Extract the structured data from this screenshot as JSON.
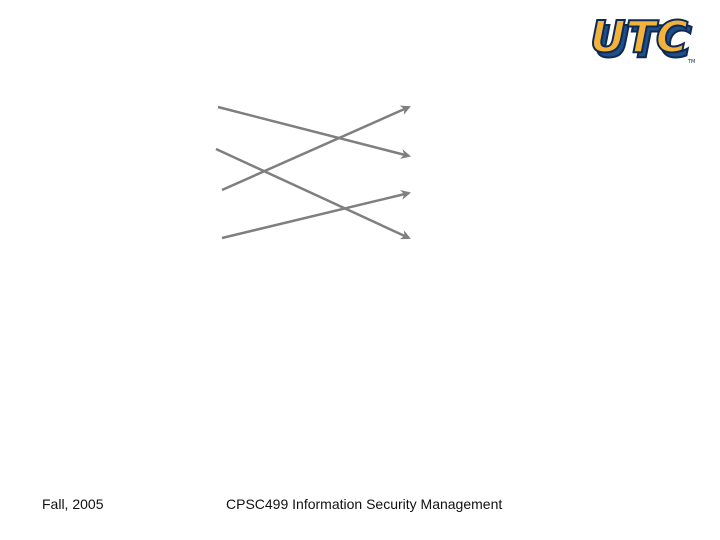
{
  "logo": {
    "text": "UTC",
    "trademark": "TM",
    "colors": {
      "fill": "#f2b33d",
      "shadow": "#1f4e8c",
      "outline": "#0e2a52"
    }
  },
  "diagram": {
    "arrow_color": "#7f7f7f",
    "arrow_count": 4
  },
  "footer": {
    "date": "Fall, 2005",
    "course": "CPSC499 Information Security Management"
  }
}
